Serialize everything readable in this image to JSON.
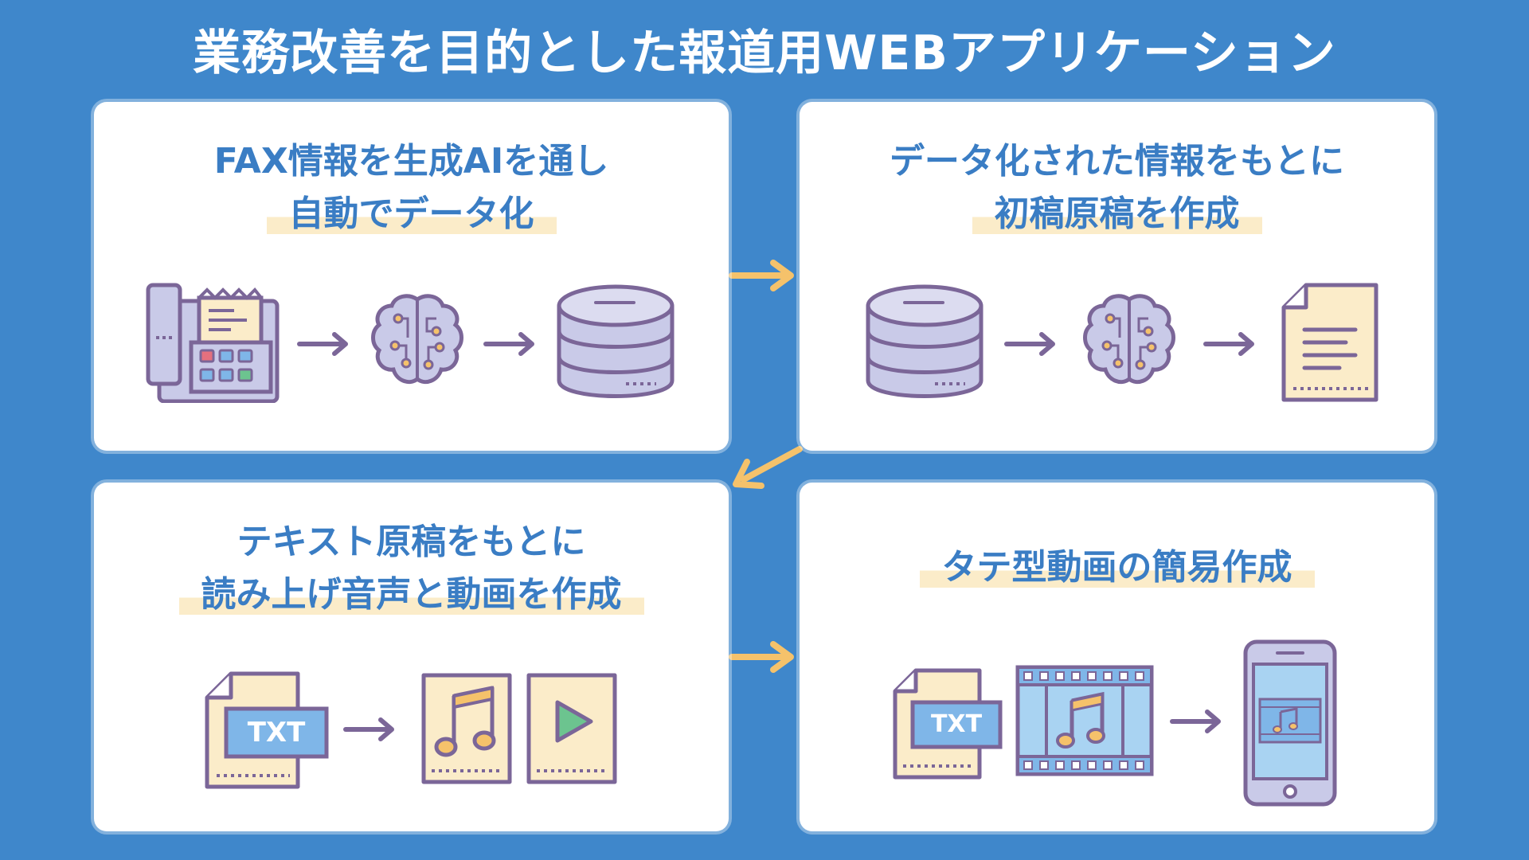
{
  "title": "業務改善を目的とした報道用WEBアプリケーション",
  "colors": {
    "background": "#3f87cb",
    "card": "#ffffff",
    "heading_text": "#3a7dc4",
    "highlight": "#fbecc9",
    "outline": "#7b6698",
    "connector_arrow": "#f5c26b",
    "inner_arrow": "#7b6698"
  },
  "cards": [
    {
      "line1": "FAX情報を生成AIを通し",
      "line2": "自動でデータ化",
      "icons": [
        "fax-machine-icon",
        "arrow-right-icon",
        "ai-brain-icon",
        "arrow-right-icon",
        "database-icon"
      ]
    },
    {
      "line1": "データ化された情報をもとに",
      "line2": "初稿原稿を作成",
      "icons": [
        "database-icon",
        "arrow-right-icon",
        "ai-brain-icon",
        "arrow-right-icon",
        "document-icon"
      ]
    },
    {
      "line1": "テキスト原稿をもとに",
      "line2": "読み上げ音声と動画を作成",
      "txt_label": "TXT",
      "icons": [
        "txt-file-icon",
        "arrow-right-icon",
        "audio-file-icon",
        "video-file-icon"
      ]
    },
    {
      "line1": "タテ型動画の簡易作成",
      "txt_label": "TXT",
      "icons": [
        "txt-file-icon",
        "film-strip-icon",
        "arrow-right-icon",
        "smartphone-icon"
      ]
    }
  ]
}
